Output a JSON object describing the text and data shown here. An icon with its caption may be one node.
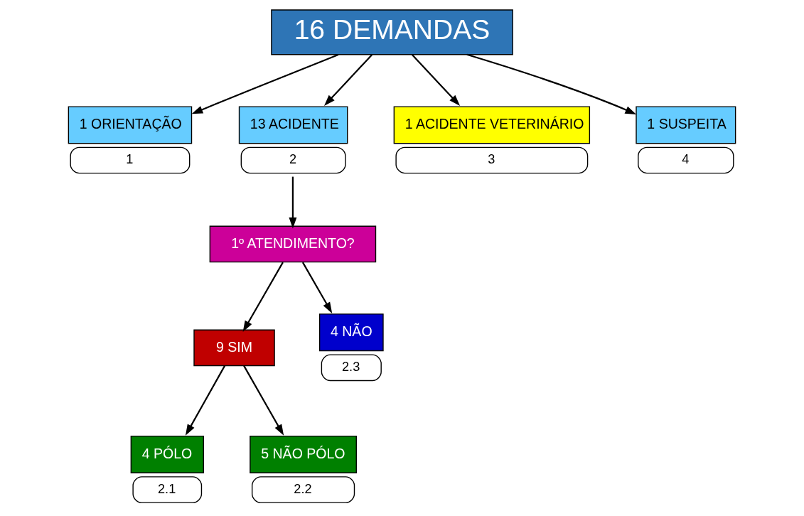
{
  "diagram": {
    "nodes": [
      {
        "text": [
          "16 DEMANDAS"
        ]
      },
      {
        "text": [
          "1 ORIENTAÇÃO"
        ],
        "beside": [
          "1"
        ]
      },
      {
        "text": [
          "13 ACIDENTE"
        ],
        "beside": [
          "2"
        ]
      },
      {
        "text": [
          "1 ACIDENTE VETERINÁRIO"
        ],
        "beside": [
          "3"
        ]
      },
      {
        "text": [
          "1 SUSPEITA"
        ],
        "beside": [
          "4"
        ]
      },
      {
        "text": [
          "1º ATENDIMENTO?"
        ]
      },
      {
        "text": [
          "9 SIM"
        ]
      },
      {
        "text": [
          "4 NÃO"
        ],
        "beside": [
          "2.3"
        ]
      },
      {
        "text": [
          "4 PÓLO"
        ],
        "beside": [
          "2.1"
        ]
      },
      {
        "text": [
          "5 NÃO PÓLO"
        ],
        "beside": [
          "2.2"
        ]
      }
    ],
    "edges": [
      {
        "from": 0,
        "to": 1,
        "arrow": "to"
      },
      {
        "from": 0,
        "to": 2,
        "arrow": "to"
      },
      {
        "from": 0,
        "to": 3,
        "arrow": "to"
      },
      {
        "from": 0,
        "to": 4,
        "arrow": "to"
      },
      {
        "from": 2,
        "to": 5,
        "arrow": "to"
      },
      {
        "from": 5,
        "to": 6,
        "arrow": "to"
      },
      {
        "from": 5,
        "to": 7,
        "arrow": "to"
      },
      {
        "from": 6,
        "to": 8,
        "arrow": "to"
      },
      {
        "from": 6,
        "to": 9,
        "arrow": "to"
      }
    ]
  }
}
